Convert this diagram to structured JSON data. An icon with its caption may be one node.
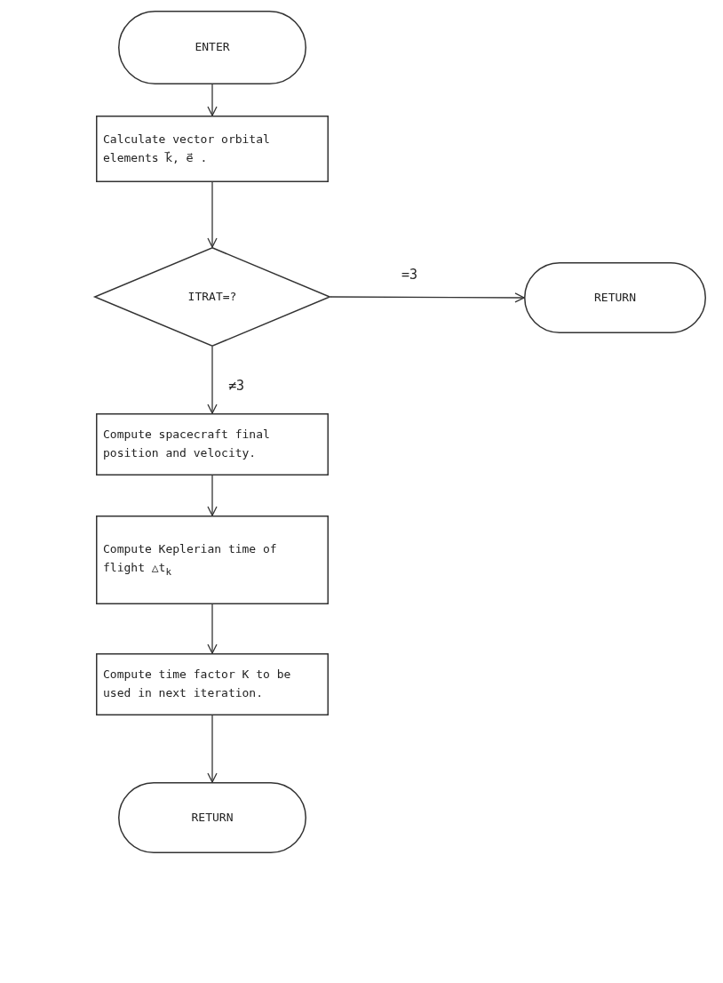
{
  "diagram": {
    "nodes": [
      {
        "text": [
          "ENTER"
        ]
      },
      {
        "text": [
          "Calculate vector orbital elements k⃗, e⃗ ."
        ]
      },
      {
        "text": [
          "ITRAT=?"
        ]
      },
      {
        "text": [
          "RETURN"
        ]
      },
      {
        "text": [
          "Compute spacecraft final position and velocity."
        ]
      },
      {
        "text": [
          "Compute Keplerian time of flight △t$_{k}$"
        ]
      },
      {
        "text": [
          "Compute time factor K to be used in next iteration."
        ]
      },
      {
        "text": [
          "RETURN"
        ]
      }
    ],
    "edges": [
      {
        "from": 0,
        "to": 1,
        "arrow": "to"
      },
      {
        "from": 1,
        "to": 2,
        "arrow": "to"
      },
      {
        "from": 2,
        "to": 3,
        "arrow": "to",
        "label": "=3"
      },
      {
        "from": 2,
        "to": 4,
        "arrow": "to",
        "label": "≠3"
      },
      {
        "from": 4,
        "to": 5,
        "arrow": "to"
      },
      {
        "from": 5,
        "to": 6,
        "arrow": "to"
      },
      {
        "from": 6,
        "to": 7,
        "arrow": "to"
      }
    ]
  }
}
